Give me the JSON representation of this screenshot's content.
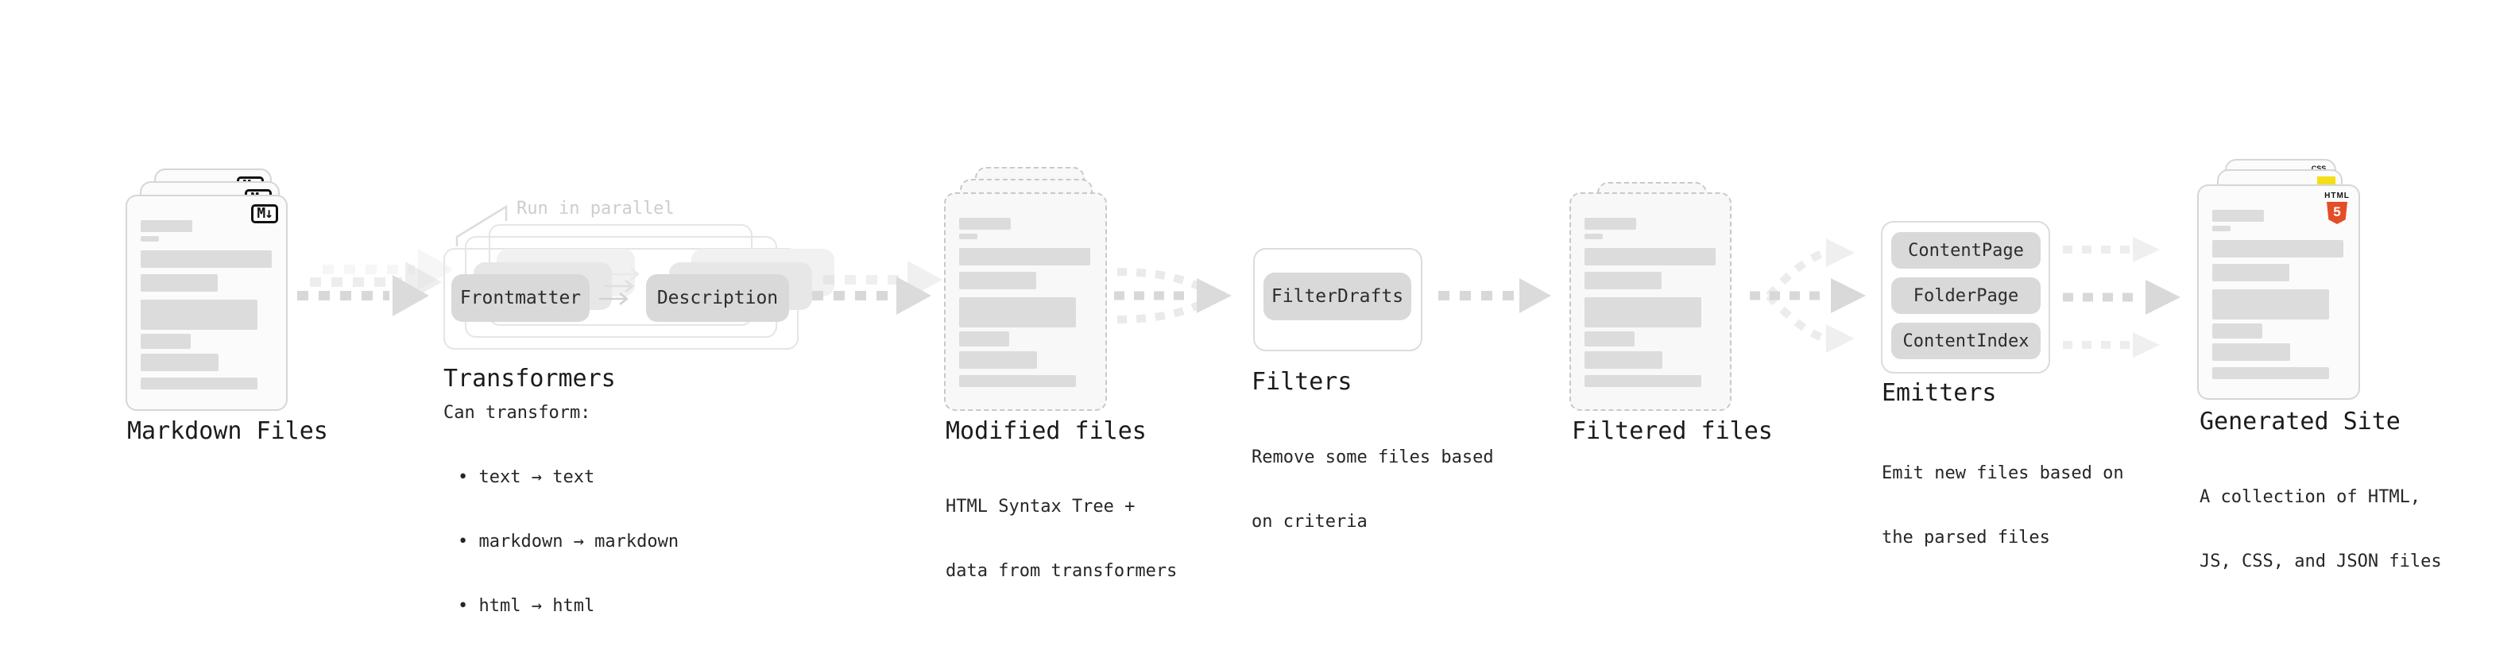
{
  "stages": {
    "markdown_files": {
      "label": "Markdown Files",
      "badge": "M↓"
    },
    "transformers": {
      "note": "Run in parallel",
      "transformer_boxes": [
        "Frontmatter",
        "Description"
      ],
      "label": "Transformers",
      "description_title": "Can transform:",
      "bullets": [
        "• text → text",
        "• markdown → markdown",
        "• html → html"
      ]
    },
    "modified_files": {
      "label": "Modified files",
      "description": [
        "HTML Syntax Tree +",
        "data from transformers"
      ]
    },
    "filters": {
      "filter_box": "FilterDrafts",
      "label": "Filters",
      "description": [
        "Remove some files based",
        "on criteria"
      ]
    },
    "filtered_files": {
      "label": "Filtered files"
    },
    "emitters": {
      "emitter_boxes": [
        "ContentPage",
        "FolderPage",
        "ContentIndex"
      ],
      "label": "Emitters",
      "description": [
        "Emit new files based on",
        "the parsed files"
      ]
    },
    "generated_site": {
      "label": "Generated Site",
      "description": [
        "A collection of HTML,",
        "JS, CSS, and JSON files"
      ],
      "badges": {
        "css": "CSS",
        "html_label": "HTML",
        "html_number": "5"
      }
    }
  },
  "colors": {
    "html5_orange": "#e44d26",
    "js_yellow": "#f5de19",
    "css_blue": "#2962e8",
    "pill_gray": "#d9d9d9"
  }
}
